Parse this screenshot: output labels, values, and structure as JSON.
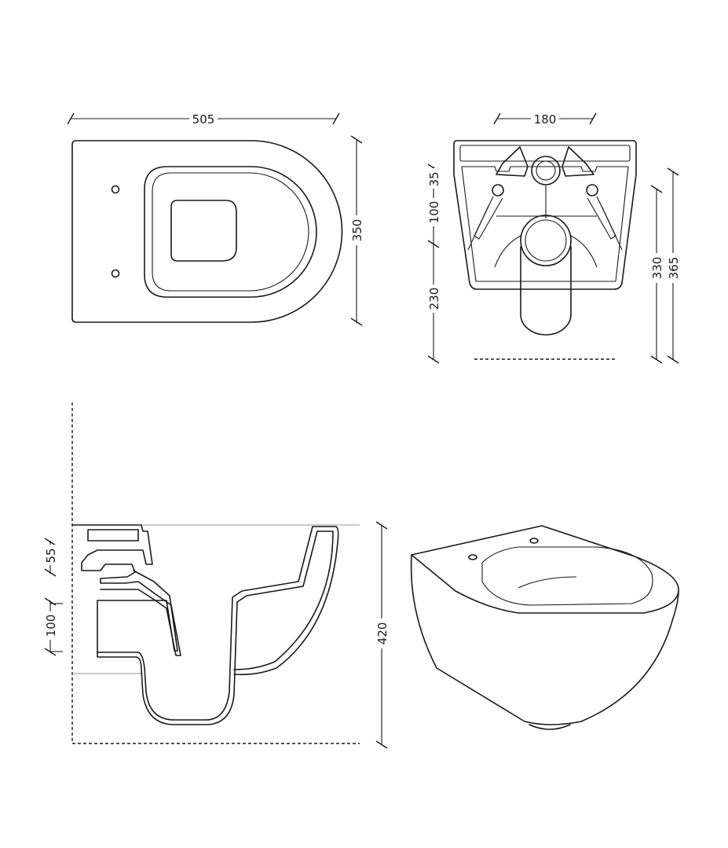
{
  "dimensions": {
    "top_width": "505",
    "top_depth": "350",
    "front_width": "180",
    "front_35": "35",
    "front_100": "100",
    "front_230": "230",
    "front_330": "330",
    "front_365": "365",
    "side_55": "55",
    "side_100": "100",
    "side_420": "420"
  }
}
